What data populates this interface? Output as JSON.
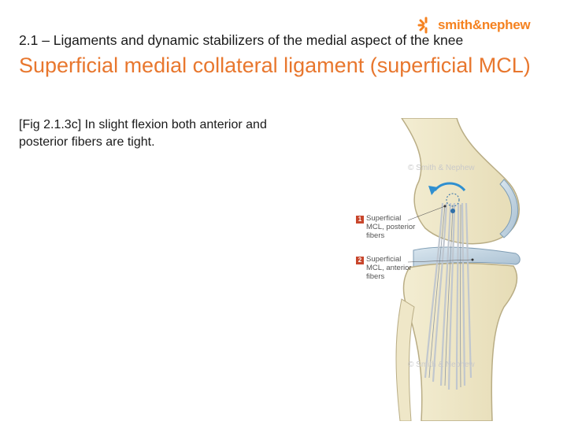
{
  "brand": {
    "name": "smith&nephew",
    "logo_icon": "starburst-icon",
    "color": "#f58220"
  },
  "slide": {
    "kicker": "2.1 – Ligaments and dynamic stabilizers of the medial aspect of the knee",
    "title": "Superficial medial collateral ligament (superficial MCL)",
    "caption": "[Fig 2.1.3c] In slight flexion both anterior and posterior fibers are tight.",
    "title_color": "#e8772e"
  },
  "figure": {
    "labels": [
      {
        "number": "1",
        "text_lines": [
          "Superficial",
          "MCL, posterior",
          "fibers"
        ]
      },
      {
        "number": "2",
        "text_lines": [
          "Superficial",
          "MCL, anterior",
          "fibers"
        ]
      }
    ],
    "watermarks": [
      "© Smith & Nephew",
      "© Smith & Nephew"
    ]
  }
}
